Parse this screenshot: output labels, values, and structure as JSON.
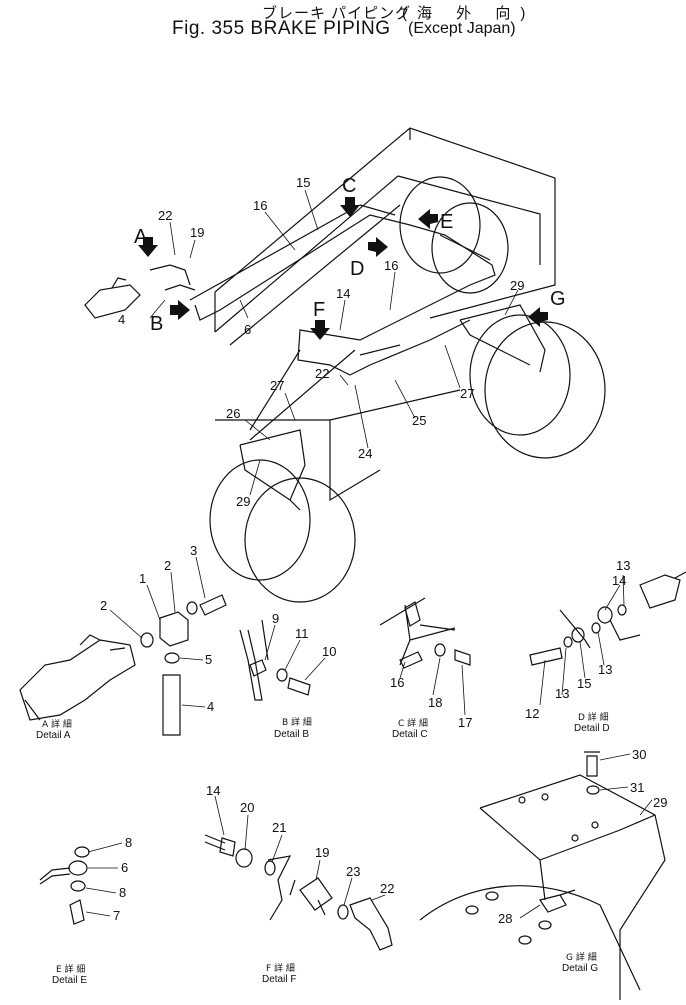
{
  "header": {
    "jp_title": "ブレーキ パイピング",
    "jp_region": "(海  外  向)",
    "fig_title": "Fig. 355  BRAKE PIPING",
    "region": "(Except Japan)"
  },
  "view_letters": [
    "A",
    "B",
    "C",
    "D",
    "E",
    "F",
    "G"
  ],
  "main_callouts": [
    "22",
    "19",
    "4",
    "16",
    "15",
    "6",
    "16",
    "14",
    "29",
    "22",
    "27",
    "26",
    "25",
    "27",
    "24",
    "29"
  ],
  "details": [
    {
      "jp": "A 詳 細",
      "en": "Detail  A",
      "parts": [
        "1",
        "2",
        "3",
        "2",
        "5",
        "4"
      ]
    },
    {
      "jp": "B 詳 細",
      "en": "Detail  B",
      "parts": [
        "9",
        "11",
        "10"
      ]
    },
    {
      "jp": "C 詳 細",
      "en": "Detail  C",
      "parts": [
        "16",
        "18",
        "17"
      ]
    },
    {
      "jp": "D 詳 細",
      "en": "Detail  D",
      "parts": [
        "14",
        "13",
        "12",
        "13",
        "15",
        "13"
      ]
    },
    {
      "jp": "E 詳 細",
      "en": "Detail  E",
      "parts": [
        "8",
        "6",
        "8",
        "7"
      ]
    },
    {
      "jp": "F 詳 細",
      "en": "Detail  F",
      "parts": [
        "14",
        "20",
        "21",
        "19",
        "23",
        "22"
      ]
    },
    {
      "jp": "G 詳 細",
      "en": "Detail  G",
      "parts": [
        "30",
        "31",
        "29",
        "28"
      ]
    }
  ]
}
